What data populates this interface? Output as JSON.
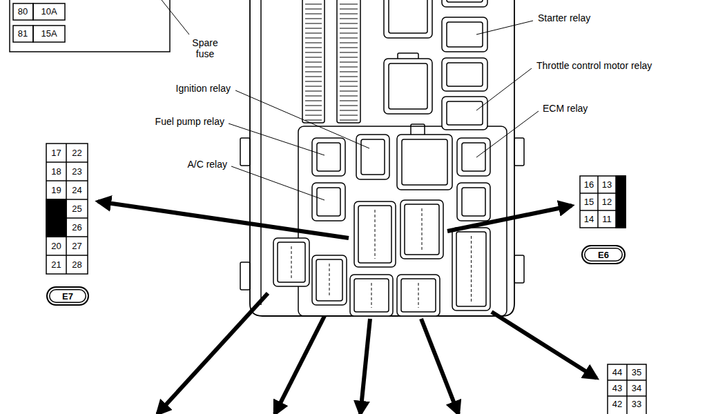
{
  "diagram": {
    "nodes": [
      {
        "text": [
          "E7"
        ]
      },
      {
        "text": [
          "E6"
        ]
      }
    ],
    "labels": [
      "80",
      "10A",
      "81",
      "15A",
      "Spare fuse",
      "Starter relay",
      "Throttle control motor relay",
      "Ignition relay",
      "Fuel pump relay",
      "A/C relay",
      "ECM relay",
      "17",
      "22",
      "18",
      "23",
      "19",
      "24",
      "25",
      "26",
      "20",
      "27",
      "21",
      "28",
      "16",
      "13",
      "15",
      "12",
      "14",
      "11",
      "44",
      "35",
      "43",
      "34",
      "42",
      "33"
    ]
  }
}
